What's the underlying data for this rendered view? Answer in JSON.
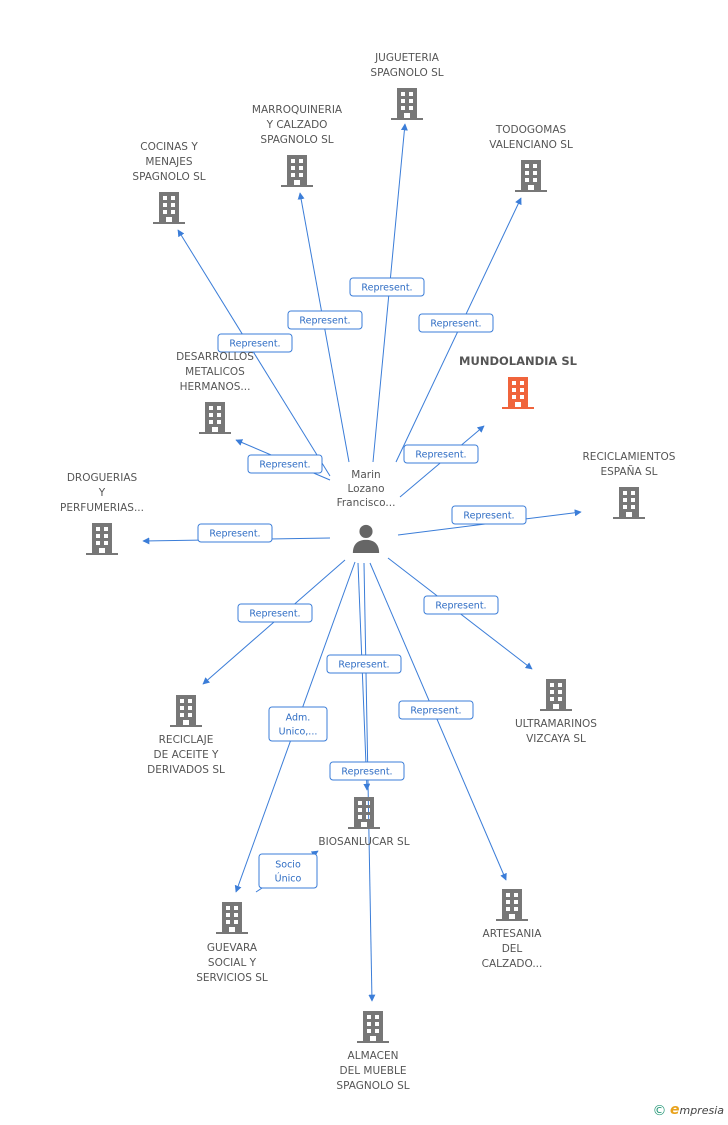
{
  "colors": {
    "edge": "#3b7dd8",
    "company": "#777777",
    "highlight": "#f0643c",
    "person": "#666666"
  },
  "center": {
    "label_lines": [
      "Marin",
      "Lozano",
      "Francisco..."
    ],
    "icon": "person-icon"
  },
  "nodes": [
    {
      "id": "jugueteria",
      "lines": [
        "JUGUETERIA",
        "SPAGNOLO SL"
      ],
      "icon": "building-icon"
    },
    {
      "id": "marroquineria",
      "lines": [
        "MARROQUINERIA",
        "Y CALZADO",
        "SPAGNOLO SL"
      ],
      "icon": "building-icon"
    },
    {
      "id": "cocinas",
      "lines": [
        "COCINAS Y",
        "MENAJES",
        "SPAGNOLO SL"
      ],
      "icon": "building-icon"
    },
    {
      "id": "todogomas",
      "lines": [
        "TODOGOMAS",
        "VALENCIANO SL"
      ],
      "icon": "building-icon"
    },
    {
      "id": "mundolandia",
      "lines": [
        "MUNDOLANDIA SL"
      ],
      "icon": "building-icon",
      "highlight": true
    },
    {
      "id": "desarrollos",
      "lines": [
        "DESARROLLOS",
        "METALICOS",
        "HERMANOS..."
      ],
      "icon": "building-icon"
    },
    {
      "id": "reciclamientos",
      "lines": [
        "RECICLAMIENTOS",
        "ESPAÑA SL"
      ],
      "icon": "building-icon"
    },
    {
      "id": "droguerias",
      "lines": [
        "DROGUERIAS",
        "Y",
        "PERFUMERIAS..."
      ],
      "icon": "building-icon"
    },
    {
      "id": "ultramarinos",
      "lines": [
        "ULTRAMARINOS",
        "VIZCAYA SL"
      ],
      "icon": "building-icon"
    },
    {
      "id": "reciclaje",
      "lines": [
        "RECICLAJE",
        "DE ACEITE Y",
        "DERIVADOS SL"
      ],
      "icon": "building-icon"
    },
    {
      "id": "biosanlucar",
      "lines": [
        "BIOSANLUCAR SL"
      ],
      "icon": "building-icon"
    },
    {
      "id": "artesania",
      "lines": [
        "ARTESANIA",
        "DEL",
        "CALZADO..."
      ],
      "icon": "building-icon"
    },
    {
      "id": "guevara",
      "lines": [
        "GUEVARA",
        "SOCIAL Y",
        "SERVICIOS SL"
      ],
      "icon": "building-icon"
    },
    {
      "id": "almacen",
      "lines": [
        "ALMACEN",
        "DEL MUEBLE",
        "SPAGNOLO SL"
      ],
      "icon": "building-icon"
    }
  ],
  "edges": [
    {
      "to": "jugueteria",
      "label": [
        "Represent."
      ]
    },
    {
      "to": "marroquineria",
      "label": [
        "Represent."
      ]
    },
    {
      "to": "cocinas",
      "label": [
        "Represent."
      ]
    },
    {
      "to": "todogomas",
      "label": [
        "Represent."
      ]
    },
    {
      "to": "mundolandia",
      "label": [
        "Represent."
      ]
    },
    {
      "to": "desarrollos",
      "label": [
        "Represent."
      ]
    },
    {
      "to": "reciclamientos",
      "label": [
        "Represent."
      ]
    },
    {
      "to": "droguerias",
      "label": [
        "Represent."
      ]
    },
    {
      "to": "ultramarinos",
      "label": [
        "Represent."
      ]
    },
    {
      "to": "reciclaje",
      "label": [
        "Represent."
      ]
    },
    {
      "to": "biosanlucar",
      "label": [
        "Represent."
      ]
    },
    {
      "to": "artesania",
      "label": [
        "Represent."
      ]
    },
    {
      "to": "guevara",
      "label": [
        "Adm.",
        "Unico,..."
      ]
    },
    {
      "to": "almacen",
      "label": [
        "Represent."
      ]
    },
    {
      "from": "guevara",
      "to": "biosanlucar",
      "label": [
        "Socio",
        "Único"
      ]
    }
  ],
  "footer": {
    "copyright": "©",
    "brand_e": "e",
    "brand_rest": "mpresia"
  }
}
